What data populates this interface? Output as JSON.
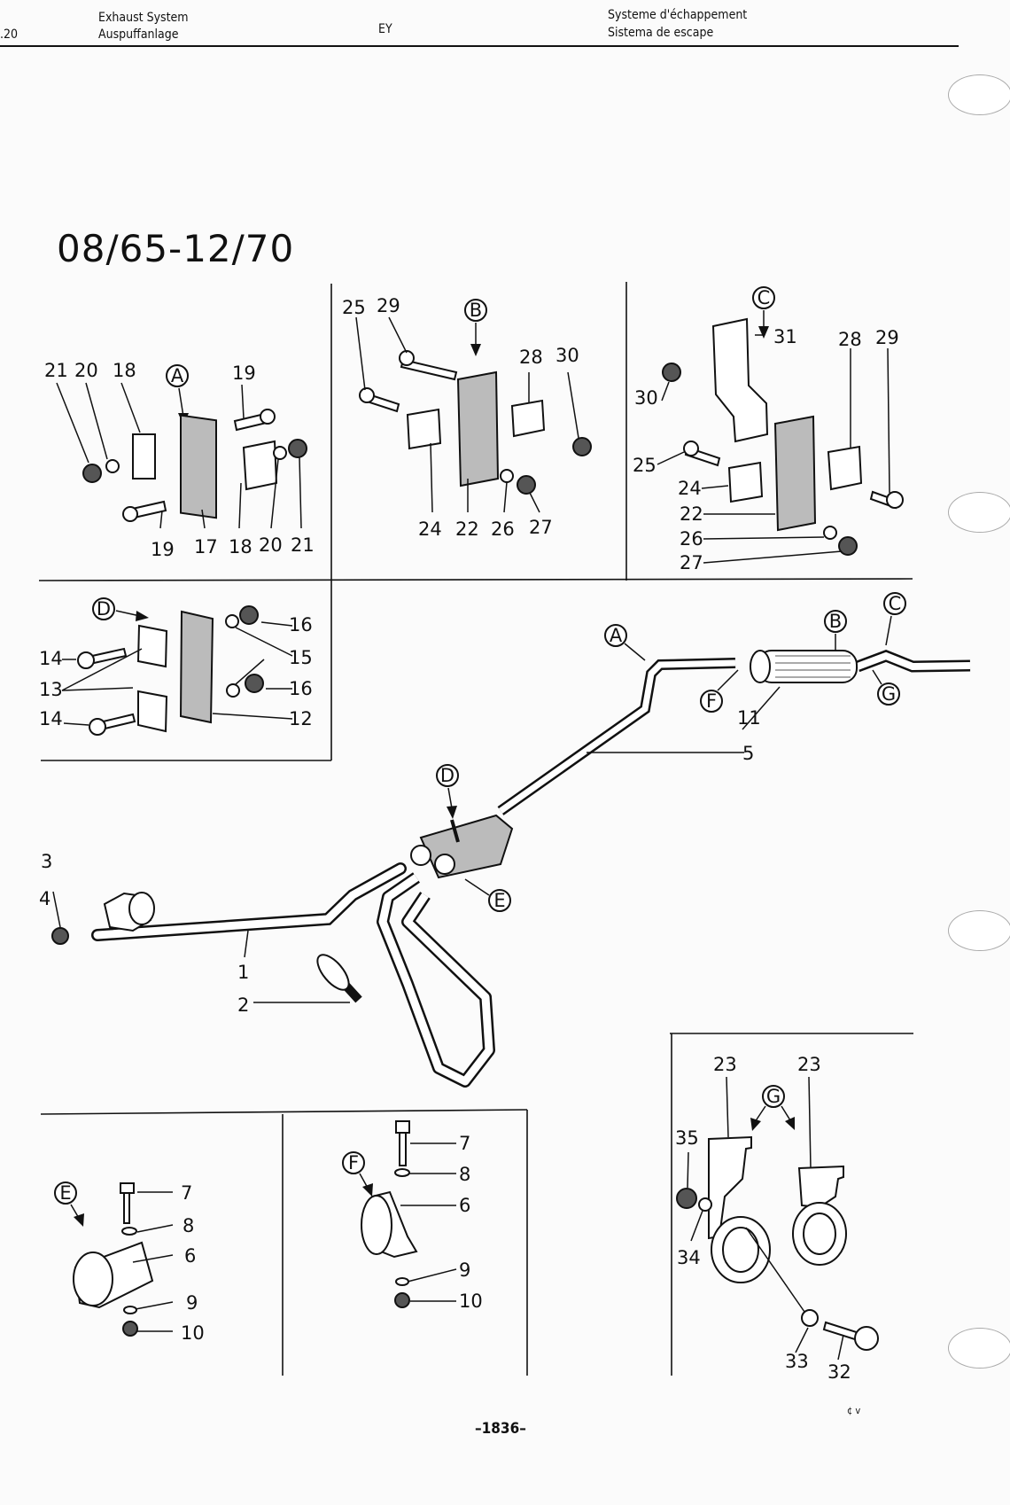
{
  "header": {
    "page_ref": ".20",
    "title_en": "Exhaust System",
    "title_de": "Auspuffanlage",
    "code": "EY",
    "title_fr": "Systeme d'échappement",
    "title_es": "Sistema de escape"
  },
  "date_range": "08/65-12/70",
  "page_number": "–1836–",
  "corner_mark": "¢ v",
  "callouts": {
    "A": "A",
    "B": "B",
    "C": "C",
    "D": "D",
    "E": "E",
    "F": "F",
    "G": "G"
  },
  "panel_a": {
    "top": [
      "21",
      "20",
      "18",
      "19"
    ],
    "bottom": [
      "19",
      "17",
      "18",
      "20",
      "21"
    ]
  },
  "panel_b": {
    "labels": [
      "25",
      "29",
      "28",
      "30",
      "24",
      "22",
      "26",
      "27"
    ]
  },
  "panel_c": {
    "labels": [
      "31",
      "28",
      "29",
      "30",
      "25",
      "24",
      "22",
      "26",
      "27"
    ]
  },
  "panel_d": {
    "labels": [
      "16",
      "14",
      "15",
      "13",
      "16",
      "14",
      "12"
    ]
  },
  "main": {
    "labels": [
      "5",
      "11",
      "3",
      "4",
      "1",
      "2"
    ]
  },
  "panel_e": {
    "labels": [
      "7",
      "8",
      "6",
      "9",
      "10"
    ]
  },
  "panel_f": {
    "labels": [
      "7",
      "8",
      "6",
      "9",
      "10"
    ]
  },
  "panel_g": {
    "labels": [
      "23",
      "23",
      "35",
      "34",
      "33",
      "32"
    ]
  }
}
